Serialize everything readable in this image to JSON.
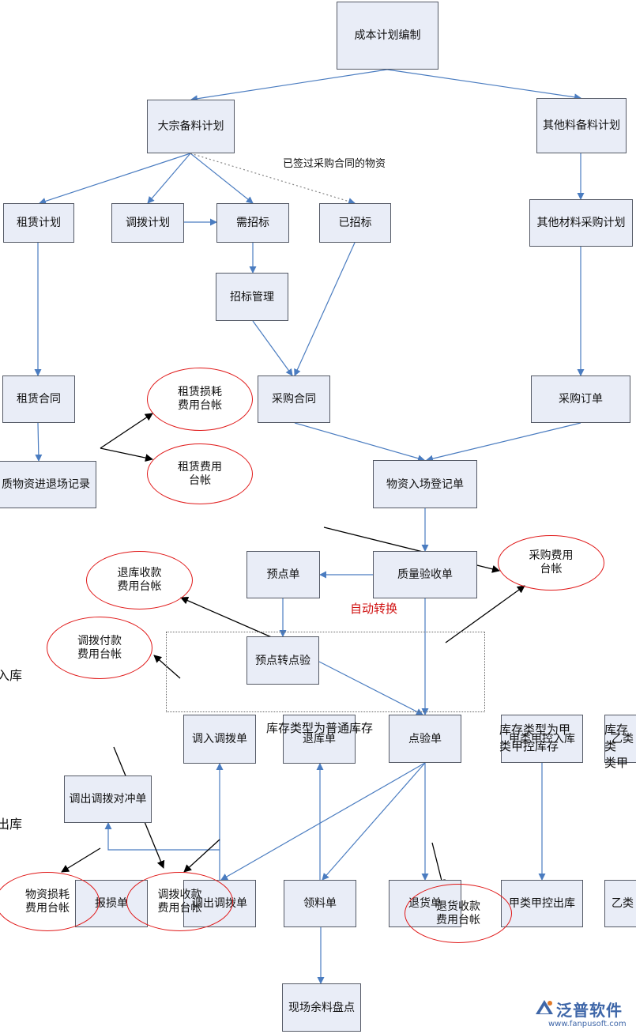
{
  "colors": {
    "box_fill": "#e9edf7",
    "line": "#4a7cc0",
    "oval": "#e01818",
    "accent_text": "#d01010",
    "logo": "#3e66a8"
  },
  "boxes": {
    "cost_plan": "成本计划编制",
    "bulk_plan": "大宗备料计划",
    "other_plan": "其他料备料计划",
    "lease_plan": "租赁计划",
    "transfer_plan": "调拨计划",
    "need_tender": "需招标",
    "tendered": "已招标",
    "other_purchase_plan": "其他材料采购计划",
    "tender_mgmt": "招标管理",
    "lease_contract": "租赁合同",
    "purchase_contract": "采购合同",
    "purchase_order": "采购订单",
    "lease_record": "质物资进退场记录",
    "entry_register": "物资入场登记单",
    "pre_check": "预点单",
    "quality_check": "质量验收单",
    "pre_to_check": "预点转点验",
    "transfer_in": "调入调拨单",
    "return_stock": "退库单",
    "check_order": "点验单",
    "a_control_in": "甲类甲控入库",
    "b_control_in": "乙类",
    "transfer_out_offset": "调出调拨对冲单",
    "scrap": "报损单",
    "transfer_out": "调出调拨单",
    "requisition": "领料单",
    "return_goods": "退货单",
    "a_control_out": "甲类甲控出库",
    "b_control_out": "乙类",
    "site_inventory": "现场余料盘点"
  },
  "ovals": {
    "lease_loss": "租赁损耗\n费用台帐",
    "lease_fee": "租赁费用\n台帐",
    "purchase_fee": "采购费用\n台帐",
    "return_receipt": "退库收款\n费用台帐",
    "transfer_pay": "调拨付款\n费用台帐",
    "material_loss": "物资损耗\n费用台帐",
    "transfer_receipt": "调拨收款\n费用台帐",
    "return_goods_receipt": "退货收款\n费用台帐"
  },
  "labels": {
    "signed_contract": "已签过采购合同的物资",
    "auto_convert": "自动转换",
    "stock_type_normal": "库存类型为普通库存",
    "stock_type_a": "库存类型为甲\n类甲控库存",
    "stock_type_b": "库存类\n类甲",
    "side_in": "入库",
    "side_out": "出库"
  },
  "logo": {
    "brand": "泛普软件",
    "url": "www.fanpusoft.com"
  }
}
